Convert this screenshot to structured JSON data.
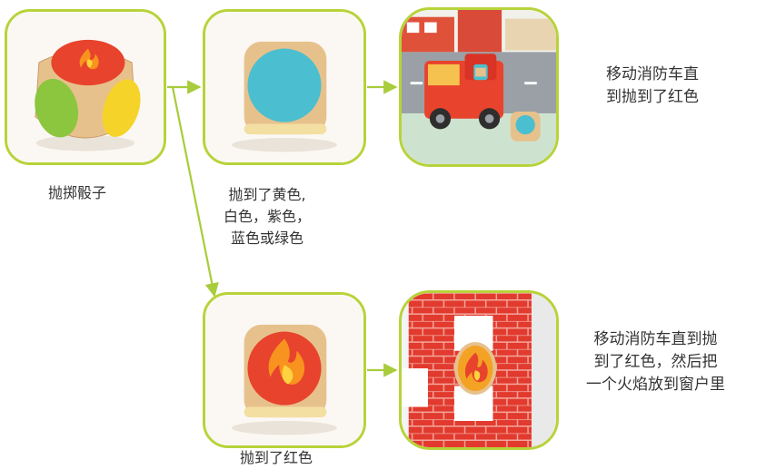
{
  "colors": {
    "frame": "#b7d33a",
    "arrow": "#a8cc3c",
    "text": "#333333",
    "fire_red": "#e8432c",
    "flame_orange": "#f7931e",
    "flame_yellow": "#ffd23f",
    "dice_blue": "#4bbfcf",
    "dice_green": "#8cc63f",
    "dice_yellow": "#f5d328"
  },
  "icons": {
    "step1": "dice-icon",
    "step2": "blue-dice-icon",
    "step3": "fire-truck-icon",
    "step4": "fire-dice-icon",
    "step5": "brick-wall-icon"
  },
  "captions": {
    "throw": "抛掷骰子",
    "other_colors": [
      "抛到了黄色,",
      "白色，紫色，",
      "蓝色或绿色"
    ],
    "move_truck": [
      "移动消防车直",
      "到抛到了红色"
    ],
    "red": "抛到了红色",
    "place_fire": [
      "移动消防车直到抛",
      "到了红色，然后把",
      "一个火焰放到窗户里"
    ]
  }
}
